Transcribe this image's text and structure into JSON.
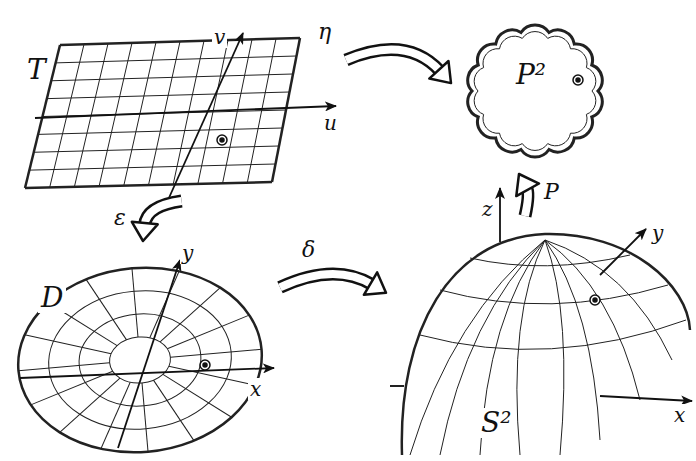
{
  "diagram": {
    "nodes": [
      {
        "text": [
          "T"
        ]
      },
      {
        "text": [
          "D"
        ]
      },
      {
        "text": [
          "S²"
        ]
      },
      {
        "text": [
          "P²"
        ]
      }
    ],
    "edges": [
      {
        "from": 0,
        "to": 3,
        "label": "η",
        "arrow": "to"
      },
      {
        "from": 0,
        "to": 1,
        "label": "ε",
        "arrow": "to"
      },
      {
        "from": 1,
        "to": 2,
        "label": "δ",
        "arrow": "to"
      },
      {
        "from": 2,
        "to": 3,
        "label": "P",
        "arrow": "to"
      }
    ],
    "labels": [
      "v",
      "u",
      "y",
      "x",
      "z",
      "y",
      "x"
    ]
  }
}
